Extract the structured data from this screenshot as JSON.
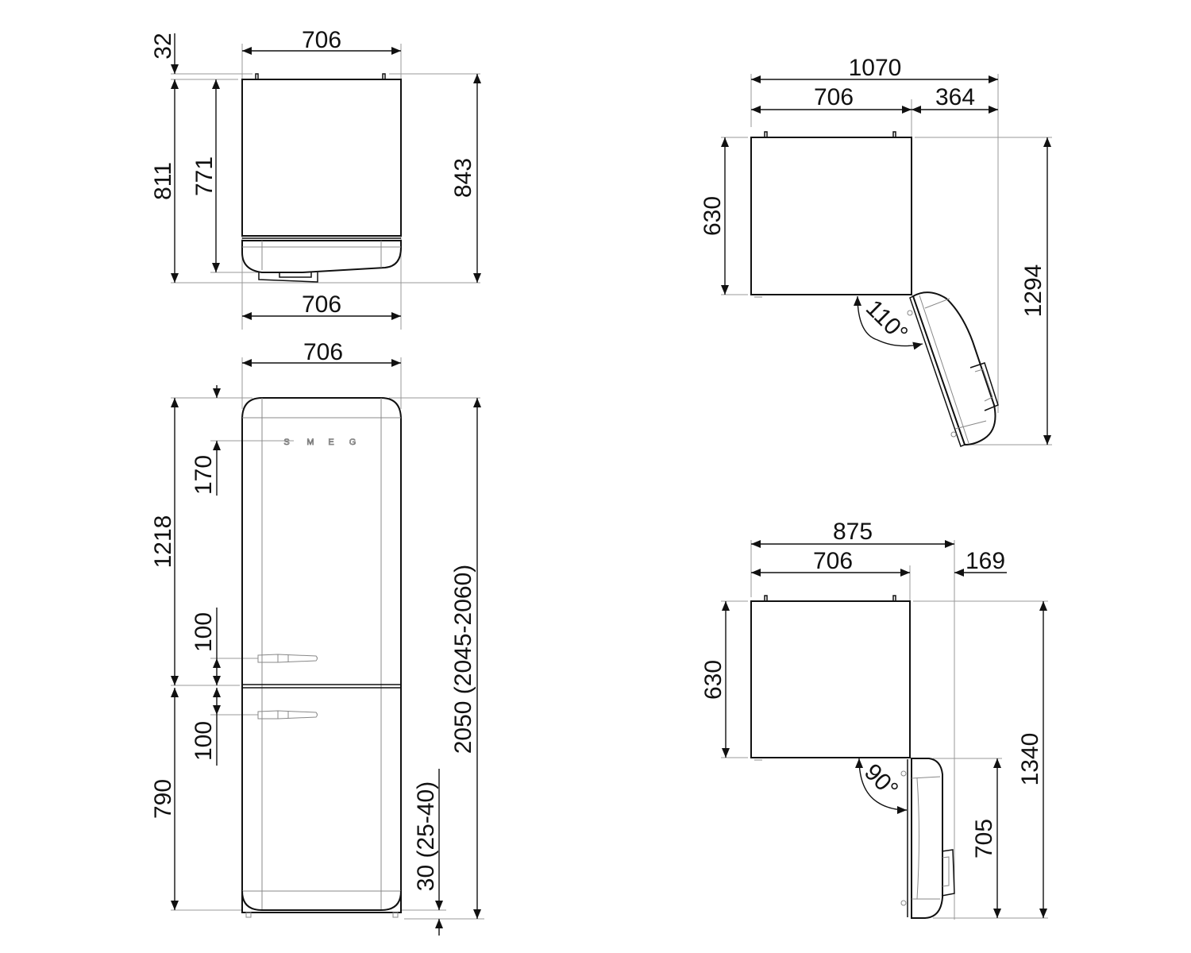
{
  "title": "Refrigerator dimension drawing",
  "logo_letters": [
    "S",
    "M",
    "E",
    "G"
  ],
  "top_view": {
    "width_top": "706",
    "width_bottom": "706",
    "hinge_offset": "32",
    "depth_with_handle": "811",
    "depth_body": "771",
    "depth_total": "843"
  },
  "front_view": {
    "width": "706",
    "logo_from_top": "170",
    "upper_door_height": "1218",
    "upper_handle_offset": "100",
    "lower_handle_offset": "100",
    "lower_door_height": "790",
    "total_height": "2050 (2045-2060)",
    "feet_height": "30 (25-40)"
  },
  "side_view_110": {
    "overall_width": "1070",
    "body_width": "706",
    "door_overhang": "364",
    "depth": "630",
    "open_angle": "110°",
    "overall_depth": "1294"
  },
  "side_view_90": {
    "overall_width": "875",
    "body_width": "706",
    "door_overhang": "169",
    "depth": "630",
    "open_angle": "90°",
    "door_depth": "705",
    "overall_depth": "1340"
  }
}
